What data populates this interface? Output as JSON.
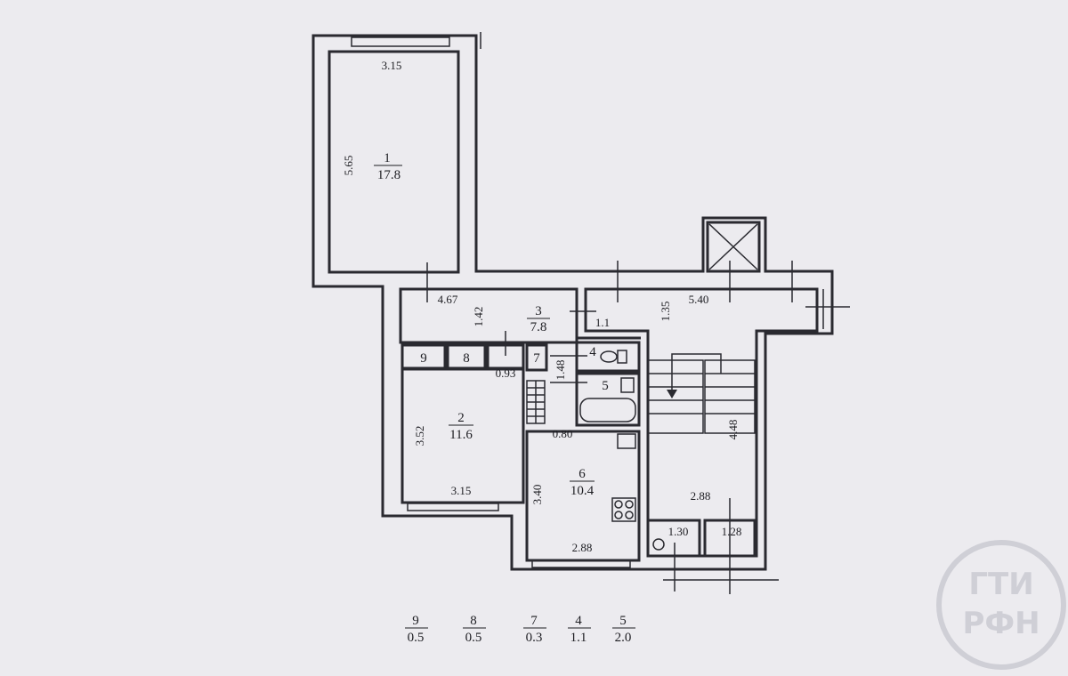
{
  "rooms": [
    {
      "id": "1",
      "area": "17.8",
      "w": "3.15",
      "h": "5.65"
    },
    {
      "id": "2",
      "area": "11.6",
      "w": "3.15",
      "h": "3.52"
    },
    {
      "id": "3",
      "area": "7.8",
      "w": "4.67",
      "h": "1.42"
    },
    {
      "id": "6",
      "area": "10.4",
      "w": "2.88",
      "h": "3.40"
    }
  ],
  "small_rooms": [
    {
      "id": "9"
    },
    {
      "id": "8"
    },
    {
      "id": "7"
    },
    {
      "id": "4"
    },
    {
      "id": "5"
    }
  ],
  "dims": {
    "d093": "0.93",
    "d148": "1.48",
    "d080": "0.80",
    "d540": "5.40",
    "d135": "1.35",
    "d11": "1.1",
    "d448": "4.48",
    "d288b": "2.88",
    "d130": "1.30",
    "d128": "1.28"
  },
  "legend": [
    {
      "id": "9",
      "area": "0.5"
    },
    {
      "id": "8",
      "area": "0.5"
    },
    {
      "id": "7",
      "area": "0.3"
    },
    {
      "id": "4",
      "area": "1.1"
    },
    {
      "id": "5",
      "area": "2.0"
    }
  ],
  "logo": {
    "top": "ГТИ",
    "bottom": "РФН"
  }
}
